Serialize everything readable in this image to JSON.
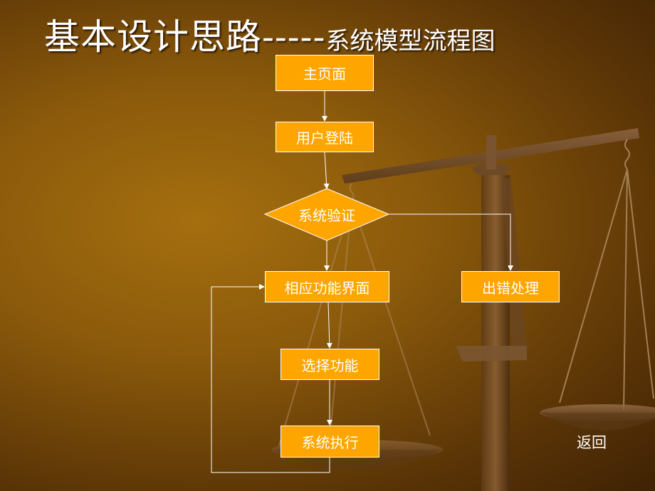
{
  "title": {
    "main": "基本设计思路-----",
    "sub": "系统模型流程图"
  },
  "nodes": {
    "home": "主页面",
    "login": "用户登陆",
    "verify": "系统验证",
    "function_page": "相应功能界面",
    "error": "出错处理",
    "select": "选择功能",
    "execute": "系统执行"
  },
  "nav": {
    "back": "返回"
  },
  "colors": {
    "node_fill": "#ffa500",
    "node_border": "#ffffff",
    "text": "#ffffff"
  }
}
